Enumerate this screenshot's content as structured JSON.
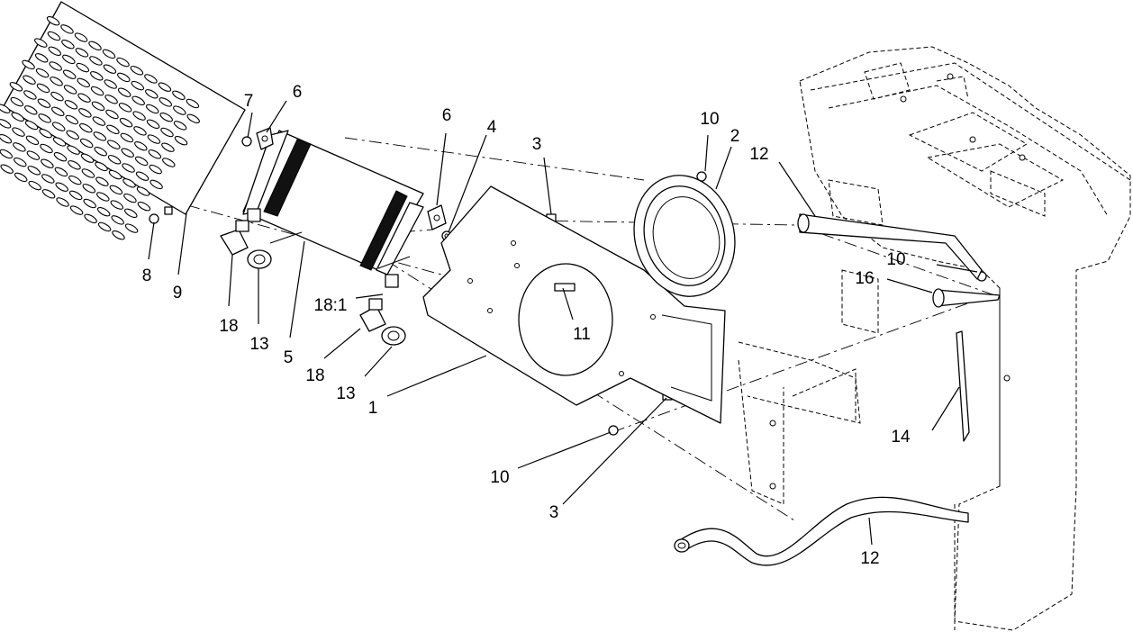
{
  "callouts": [
    {
      "id": "c-7",
      "text": "7"
    },
    {
      "id": "c-6a",
      "text": "6"
    },
    {
      "id": "c-8",
      "text": "8"
    },
    {
      "id": "c-9",
      "text": "9"
    },
    {
      "id": "c-18a",
      "text": "18"
    },
    {
      "id": "c-13a",
      "text": "13"
    },
    {
      "id": "c-5",
      "text": "5"
    },
    {
      "id": "c-6b",
      "text": "6"
    },
    {
      "id": "c-4",
      "text": "4"
    },
    {
      "id": "c-18-1",
      "text": "18:1"
    },
    {
      "id": "c-18b",
      "text": "18"
    },
    {
      "id": "c-13b",
      "text": "13"
    },
    {
      "id": "c-3a",
      "text": "3"
    },
    {
      "id": "c-11",
      "text": "11"
    },
    {
      "id": "c-1",
      "text": "1"
    },
    {
      "id": "c-10a",
      "text": "10"
    },
    {
      "id": "c-3b",
      "text": "3"
    },
    {
      "id": "c-10b",
      "text": "10"
    },
    {
      "id": "c-2",
      "text": "2"
    },
    {
      "id": "c-12a",
      "text": "12"
    },
    {
      "id": "c-10c",
      "text": "10"
    },
    {
      "id": "c-16",
      "text": "16"
    },
    {
      "id": "c-14",
      "text": "14"
    },
    {
      "id": "c-12b",
      "text": "12"
    }
  ]
}
